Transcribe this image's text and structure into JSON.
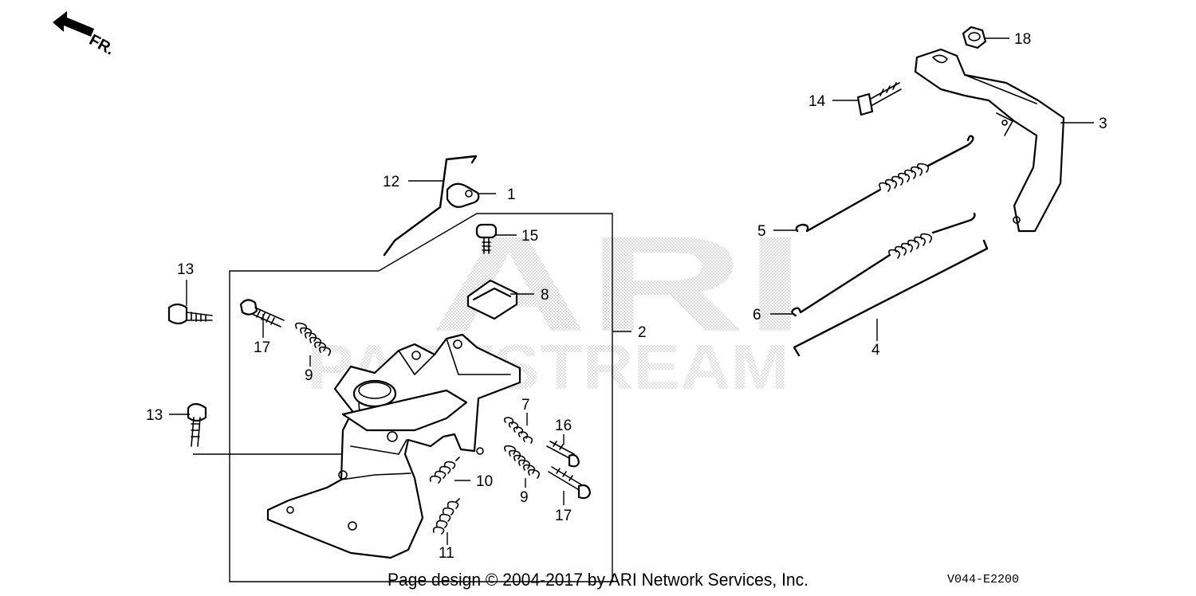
{
  "direction": {
    "icon": "front-arrow-icon",
    "label": "FR."
  },
  "watermark": {
    "line1": "ARI",
    "line2": "PARTSTREAM"
  },
  "callouts": [
    {
      "id": "c1",
      "label": "1"
    },
    {
      "id": "c2",
      "label": "2"
    },
    {
      "id": "c3",
      "label": "3"
    },
    {
      "id": "c4",
      "label": "4"
    },
    {
      "id": "c5",
      "label": "5"
    },
    {
      "id": "c6",
      "label": "6"
    },
    {
      "id": "c7",
      "label": "7"
    },
    {
      "id": "c8",
      "label": "8"
    },
    {
      "id": "c9a",
      "label": "9"
    },
    {
      "id": "c9b",
      "label": "9"
    },
    {
      "id": "c10",
      "label": "10"
    },
    {
      "id": "c11",
      "label": "11"
    },
    {
      "id": "c12",
      "label": "12"
    },
    {
      "id": "c13a",
      "label": "13"
    },
    {
      "id": "c13b",
      "label": "13"
    },
    {
      "id": "c14",
      "label": "14"
    },
    {
      "id": "c15",
      "label": "15"
    },
    {
      "id": "c16",
      "label": "16"
    },
    {
      "id": "c17a",
      "label": "17"
    },
    {
      "id": "c17b",
      "label": "17"
    },
    {
      "id": "c18",
      "label": "18"
    }
  ],
  "footer": {
    "copyright": "Page design © 2004-2017 by ARI Network Services, Inc.",
    "diagram_code": "V044-E2200"
  }
}
